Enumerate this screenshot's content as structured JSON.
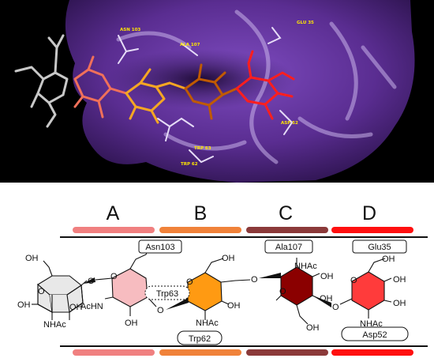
{
  "colors": {
    "surface": "#5a2d91",
    "background": "#000000",
    "ring_A": "#e8e8e8",
    "ring_B": "#f7bcc0",
    "ring_C": "#ff9a12",
    "ring_D": "#8b0000",
    "ring_E": "#ff3b3b",
    "bar_A": "#f08080",
    "bar_B": "#f0823a",
    "bar_C": "#8b3a3a",
    "bar_D": "#ff1010"
  },
  "render": {
    "residue_labels": [
      "ASN 103",
      "ALA 107",
      "GLU 35",
      "ASP 52",
      "TRP 63",
      "TRP 62"
    ]
  },
  "segments": [
    "A",
    "B",
    "C",
    "D"
  ],
  "atoms": {
    "oh": "OH",
    "o": "O",
    "nhac": "NHAc",
    "acnh": "AcHN"
  },
  "residues": {
    "asn103": "Asn103",
    "trp63": "Trp63",
    "trp62": "Trp62",
    "ala107": "Ala107",
    "glu35": "Glu35",
    "asp52": "Asp52"
  }
}
